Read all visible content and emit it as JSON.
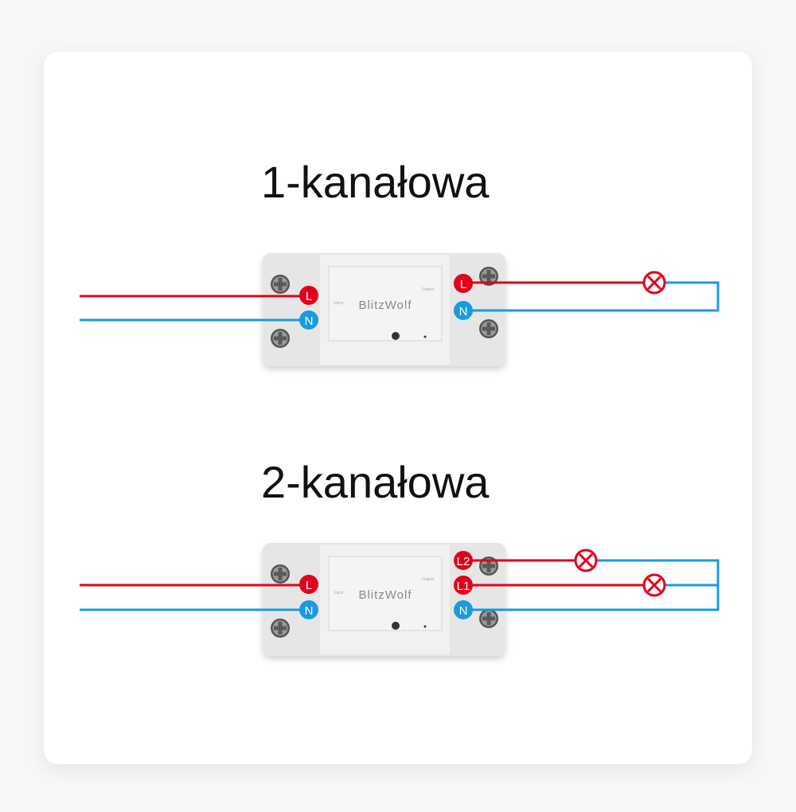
{
  "sections": [
    {
      "title": "1-kanałowa",
      "input_terminals": [
        "L",
        "N"
      ],
      "output_terminals": [
        "L",
        "N"
      ]
    },
    {
      "title": "2-kanałowa",
      "input_terminals": [
        "L",
        "N"
      ],
      "output_terminals": [
        "L2",
        "L1",
        "N"
      ]
    }
  ],
  "device": {
    "brand": "BlitzWolf",
    "input_label": "Input",
    "output_label": "Output",
    "pin_l": "L",
    "pin_n": "N"
  },
  "colors": {
    "live": "#e3001b",
    "neutral": "#1a9be0",
    "card": "#ffffff",
    "background": "#f7f7f7"
  }
}
